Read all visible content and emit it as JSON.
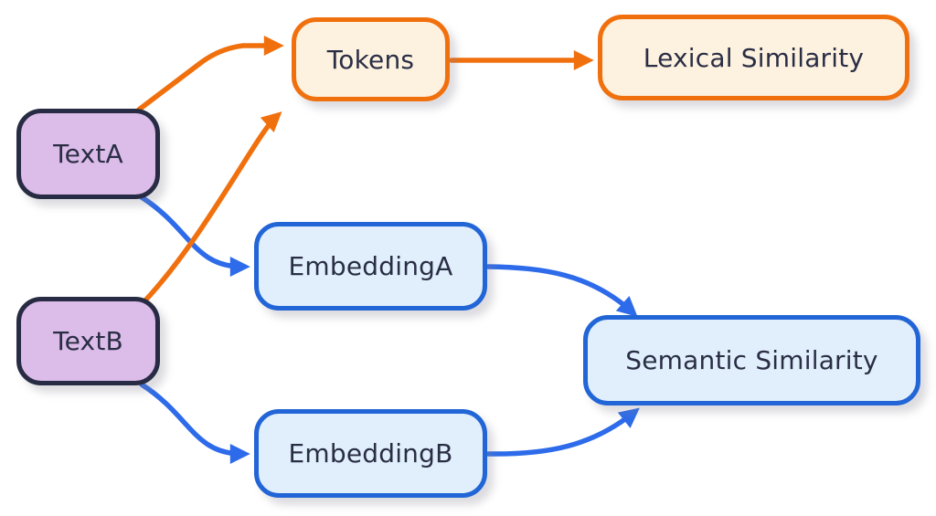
{
  "diagram_type": "flowchart",
  "nodes": {
    "text_a": {
      "label": "TextA",
      "fill": "#dcbce8",
      "border": "#272b43"
    },
    "text_b": {
      "label": "TextB",
      "fill": "#dcbce8",
      "border": "#272b43"
    },
    "tokens": {
      "label": "Tokens",
      "fill": "#fdf1df",
      "border": "#f1700e"
    },
    "lexical": {
      "label": "Lexical Similarity",
      "fill": "#fdf1df",
      "border": "#f1700e"
    },
    "embedding_a": {
      "label": "EmbeddingA",
      "fill": "#e0effb",
      "border": "#2165d6"
    },
    "embedding_b": {
      "label": "EmbeddingB",
      "fill": "#e0effb",
      "border": "#2165d6"
    },
    "semantic": {
      "label": "Semantic Similarity",
      "fill": "#e0effb",
      "border": "#2165d6"
    }
  },
  "edges": [
    {
      "from": "TextA",
      "to": "Tokens",
      "color": "orange"
    },
    {
      "from": "TextB",
      "to": "Tokens",
      "color": "orange"
    },
    {
      "from": "Tokens",
      "to": "Lexical Similarity",
      "color": "orange"
    },
    {
      "from": "TextA",
      "to": "EmbeddingA",
      "color": "blue"
    },
    {
      "from": "TextB",
      "to": "EmbeddingB",
      "color": "blue"
    },
    {
      "from": "EmbeddingA",
      "to": "Semantic Similarity",
      "color": "blue"
    },
    {
      "from": "EmbeddingB",
      "to": "Semantic Similarity",
      "color": "blue"
    }
  ],
  "colors": {
    "background": "#ffffff",
    "text": "#2a2e45",
    "orange": "#f1700e",
    "orange_fill": "#fdf1df",
    "blue_border": "#2165d6",
    "blue_arrow": "#2d6bea",
    "blue_fill": "#e0effb",
    "purple_fill": "#dcbce8",
    "dark_border": "#272b43"
  }
}
